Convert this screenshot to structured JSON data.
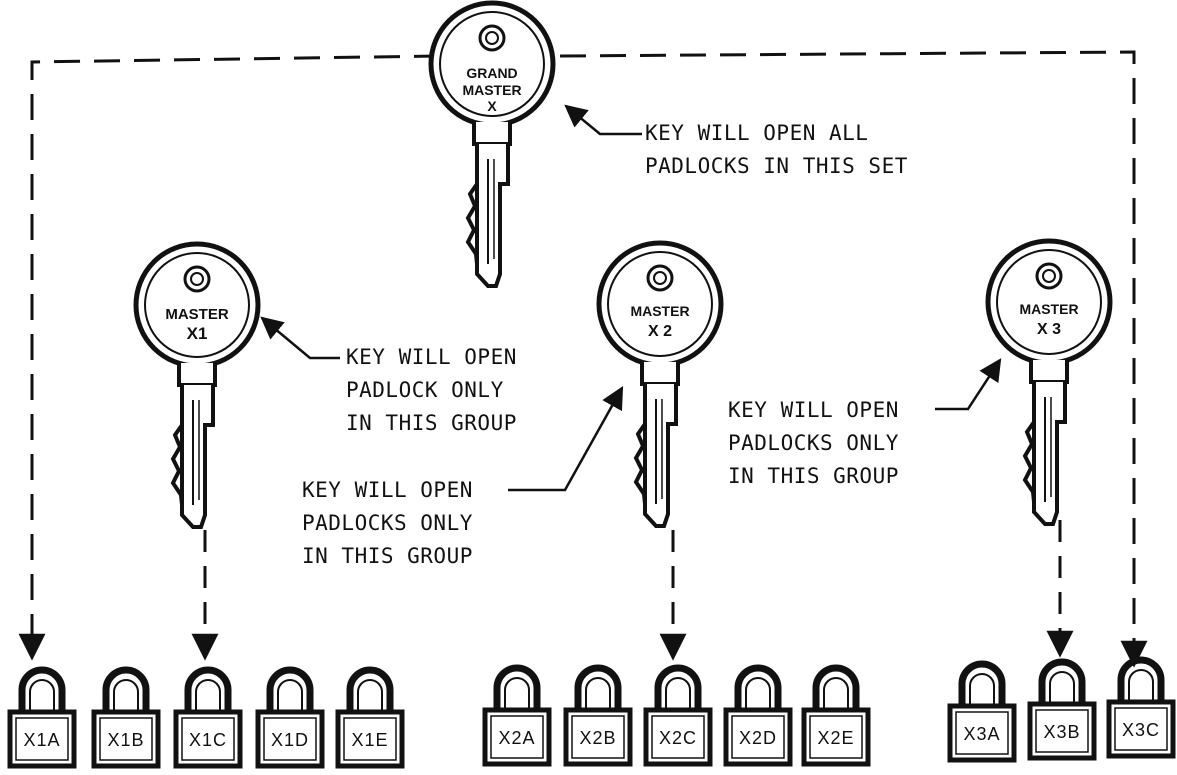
{
  "keys": {
    "grand_master": {
      "line1": "GRAND",
      "line2": "MASTER",
      "line3": "X"
    },
    "master_x1": {
      "line1": "MASTER",
      "line2": "X1"
    },
    "master_x2": {
      "line1": "MASTER",
      "line2": "X 2"
    },
    "master_x3": {
      "line1": "MASTER",
      "line2": "X 3"
    }
  },
  "notes": {
    "grand_master": [
      "KEY WILL OPEN ALL",
      "PADLOCKS IN THIS SET"
    ],
    "master_x1": [
      "KEY WILL OPEN",
      "PADLOCK ONLY",
      "IN THIS GROUP"
    ],
    "master_x2": [
      "KEY WILL OPEN",
      "PADLOCKS ONLY",
      "IN THIS GROUP"
    ],
    "master_x3": [
      "KEY WILL OPEN",
      "PADLOCKS ONLY",
      "IN THIS GROUP"
    ]
  },
  "padlocks": {
    "group_x1": [
      "X1A",
      "X1B",
      "X1C",
      "X1D",
      "X1E"
    ],
    "group_x2": [
      "X2A",
      "X2B",
      "X2C",
      "X2D",
      "X2E"
    ],
    "group_x3": [
      "X3A",
      "X3B",
      "X3C"
    ]
  }
}
